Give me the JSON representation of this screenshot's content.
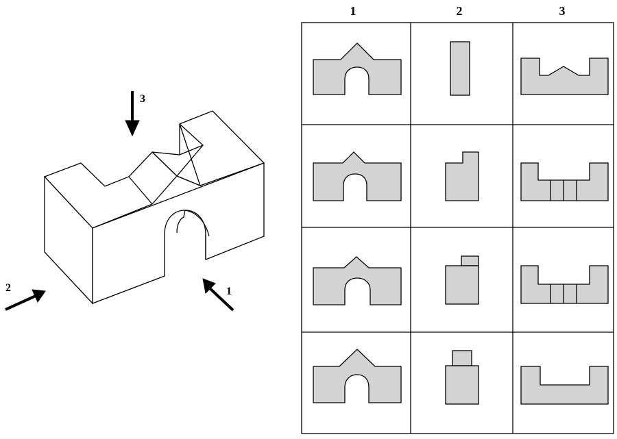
{
  "diagram": {
    "view_arrows": [
      {
        "id": "arrow-1",
        "label": "1"
      },
      {
        "id": "arrow-2",
        "label": "2"
      },
      {
        "id": "arrow-3",
        "label": "3"
      }
    ],
    "table": {
      "column_headers": [
        "1",
        "2",
        "3"
      ],
      "rows": 4,
      "cell_fill": "#d3d3d3"
    }
  }
}
